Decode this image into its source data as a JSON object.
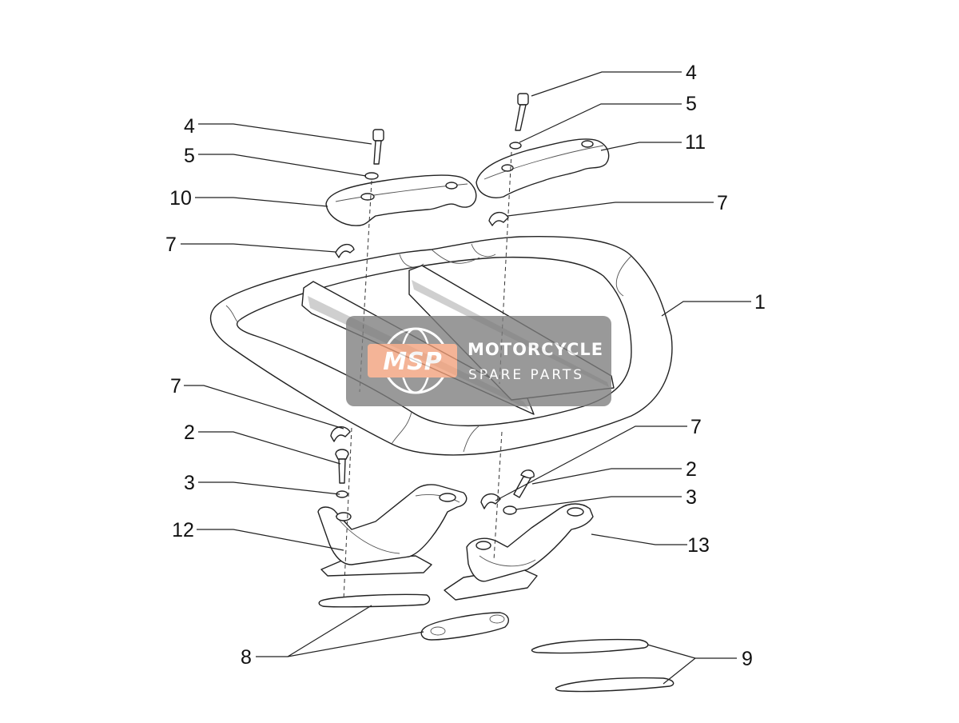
{
  "diagram": {
    "callouts": [
      {
        "id": "c4a",
        "label": "4"
      },
      {
        "id": "c5a",
        "label": "5"
      },
      {
        "id": "c10",
        "label": "10"
      },
      {
        "id": "c7a",
        "label": "7"
      },
      {
        "id": "c4b",
        "label": "4"
      },
      {
        "id": "c5b",
        "label": "5"
      },
      {
        "id": "c11",
        "label": "11"
      },
      {
        "id": "c7b",
        "label": "7"
      },
      {
        "id": "c1",
        "label": "1"
      },
      {
        "id": "c7c",
        "label": "7"
      },
      {
        "id": "c2a",
        "label": "2"
      },
      {
        "id": "c3a",
        "label": "3"
      },
      {
        "id": "c12",
        "label": "12"
      },
      {
        "id": "c7d",
        "label": "7"
      },
      {
        "id": "c2b",
        "label": "2"
      },
      {
        "id": "c3b",
        "label": "3"
      },
      {
        "id": "c13",
        "label": "13"
      },
      {
        "id": "c8",
        "label": "8"
      },
      {
        "id": "c9",
        "label": "9"
      }
    ]
  },
  "watermark": {
    "logo": "MSP",
    "line1": "MOTORCYCLE",
    "line2": "SPARE PARTS",
    "bg_color": "#7d7d7d",
    "logo_color": "#f2a07a"
  }
}
